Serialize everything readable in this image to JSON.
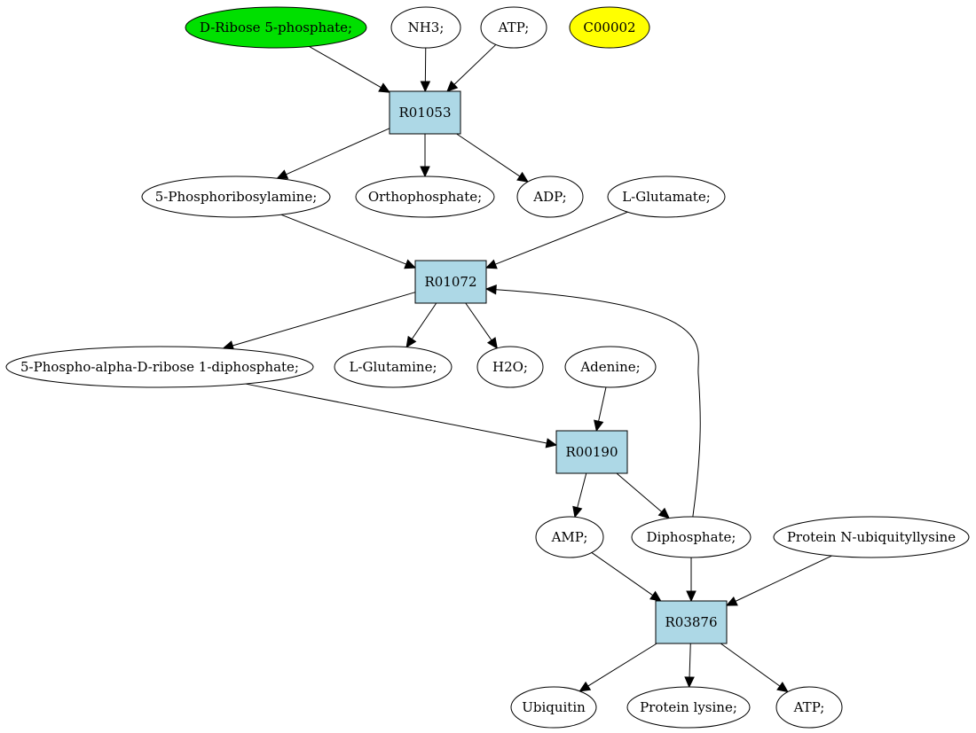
{
  "colors": {
    "default_node_fill": "#ffffff",
    "reaction_fill": "#add8e6",
    "highlight_green": "#00e000",
    "highlight_yellow": "#ffff00"
  },
  "nodes": [
    {
      "id": "ribose5p",
      "label": "D-Ribose 5-phosphate;",
      "shape": "ellipse",
      "fill": "#00e000"
    },
    {
      "id": "nh3",
      "label": "NH3;",
      "shape": "ellipse"
    },
    {
      "id": "atp_top",
      "label": "ATP;",
      "shape": "ellipse"
    },
    {
      "id": "c00002",
      "label": "C00002",
      "shape": "ellipse",
      "fill": "#ffff00"
    },
    {
      "id": "r01053",
      "label": "R01053",
      "shape": "box"
    },
    {
      "id": "prpp_amine",
      "label": "5-Phosphoribosylamine;",
      "shape": "ellipse"
    },
    {
      "id": "orthophosphate",
      "label": "Orthophosphate;",
      "shape": "ellipse"
    },
    {
      "id": "adp",
      "label": "ADP;",
      "shape": "ellipse"
    },
    {
      "id": "glutamate",
      "label": "L-Glutamate;",
      "shape": "ellipse"
    },
    {
      "id": "r01072",
      "label": "R01072",
      "shape": "box"
    },
    {
      "id": "prpp",
      "label": "5-Phospho-alpha-D-ribose 1-diphosphate;",
      "shape": "ellipse"
    },
    {
      "id": "glutamine",
      "label": "L-Glutamine;",
      "shape": "ellipse"
    },
    {
      "id": "h2o",
      "label": "H2O;",
      "shape": "ellipse"
    },
    {
      "id": "adenine",
      "label": "Adenine;",
      "shape": "ellipse"
    },
    {
      "id": "r00190",
      "label": "R00190",
      "shape": "box"
    },
    {
      "id": "amp",
      "label": "AMP;",
      "shape": "ellipse"
    },
    {
      "id": "diphosphate",
      "label": "Diphosphate;",
      "shape": "ellipse"
    },
    {
      "id": "ubq_lysine",
      "label": "Protein N-ubiquityllysine",
      "shape": "ellipse"
    },
    {
      "id": "r03876",
      "label": "R03876",
      "shape": "box"
    },
    {
      "id": "ubiquitin",
      "label": "Ubiquitin",
      "shape": "ellipse"
    },
    {
      "id": "protein_lysine",
      "label": "Protein lysine;",
      "shape": "ellipse"
    },
    {
      "id": "atp_bottom",
      "label": "ATP;",
      "shape": "ellipse"
    }
  ],
  "edges": [
    {
      "from": "ribose5p",
      "to": "r01053"
    },
    {
      "from": "nh3",
      "to": "r01053"
    },
    {
      "from": "atp_top",
      "to": "r01053"
    },
    {
      "from": "r01053",
      "to": "prpp_amine"
    },
    {
      "from": "r01053",
      "to": "orthophosphate"
    },
    {
      "from": "r01053",
      "to": "adp"
    },
    {
      "from": "prpp_amine",
      "to": "r01072"
    },
    {
      "from": "glutamate",
      "to": "r01072"
    },
    {
      "from": "r01072",
      "to": "prpp"
    },
    {
      "from": "r01072",
      "to": "glutamine"
    },
    {
      "from": "r01072",
      "to": "h2o"
    },
    {
      "from": "prpp",
      "to": "r00190"
    },
    {
      "from": "adenine",
      "to": "r00190"
    },
    {
      "from": "r00190",
      "to": "amp"
    },
    {
      "from": "r00190",
      "to": "diphosphate"
    },
    {
      "from": "diphosphate",
      "to": "r01072",
      "curved": true
    },
    {
      "from": "amp",
      "to": "r03876"
    },
    {
      "from": "diphosphate",
      "to": "r03876"
    },
    {
      "from": "ubq_lysine",
      "to": "r03876"
    },
    {
      "from": "r03876",
      "to": "ubiquitin"
    },
    {
      "from": "r03876",
      "to": "protein_lysine"
    },
    {
      "from": "r03876",
      "to": "atp_bottom"
    }
  ]
}
